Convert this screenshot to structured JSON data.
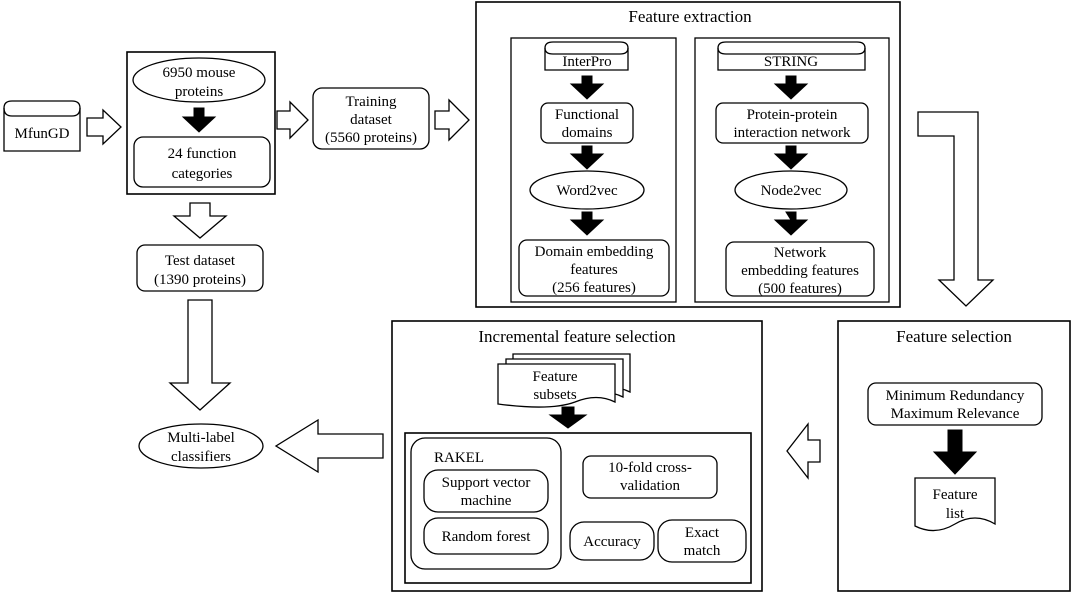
{
  "nodes": {
    "mfungd": "MfunGD",
    "mouse_proteins": [
      "6950 mouse",
      "proteins"
    ],
    "function_categories": [
      "24 function",
      "categories"
    ],
    "training_dataset": [
      "Training",
      "dataset",
      "(5560 proteins)"
    ],
    "test_dataset": [
      "Test dataset",
      "(1390 proteins)"
    ],
    "multi_label_classifiers": [
      "Multi-label",
      "classifiers"
    ]
  },
  "feature_extraction": {
    "title": "Feature extraction",
    "interpro": "InterPro",
    "functional_domains": [
      "Functional",
      "domains"
    ],
    "word2vec": "Word2vec",
    "domain_embedding": [
      "Domain embedding",
      "features",
      "(256 features)"
    ],
    "string": "STRING",
    "ppi_network": [
      "Protein-protein",
      "interaction network"
    ],
    "node2vec": "Node2vec",
    "network_embedding": [
      "Network",
      "embedding features",
      "(500 features)"
    ]
  },
  "feature_selection": {
    "title": "Feature selection",
    "mrmr": [
      "Minimum Redundancy",
      "Maximum Relevance"
    ],
    "feature_list": [
      "Feature",
      "list"
    ]
  },
  "incremental_feature_selection": {
    "title": "Incremental feature selection",
    "feature_subsets": [
      "Feature",
      "subsets"
    ],
    "rakel": "RAKEL",
    "svm": [
      "Support vector",
      "machine"
    ],
    "random_forest": "Random forest",
    "cross_validation": [
      "10-fold cross-",
      "validation"
    ],
    "accuracy": "Accuracy",
    "exact_match": [
      "Exact",
      "match"
    ]
  }
}
